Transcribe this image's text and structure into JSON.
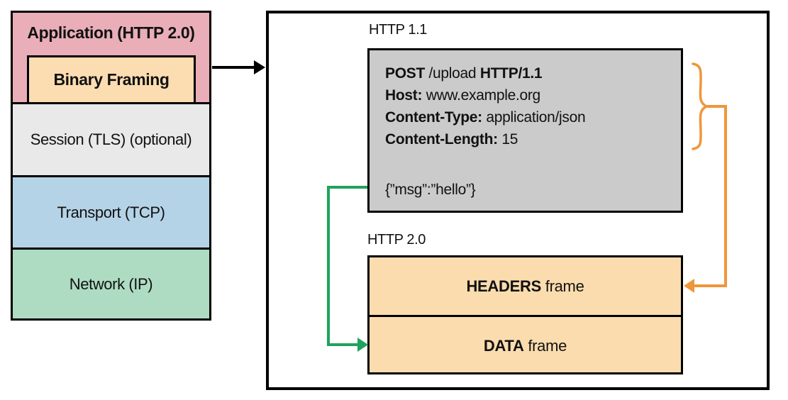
{
  "title": "HTTP/2 binary framing layer diagram",
  "colors": {
    "application_pink": "#e9aeb7",
    "binary_framing_tan": "#fcddb1",
    "session_gray": "#e9e9e9",
    "transport_blue": "#b5d3e6",
    "network_green": "#aedcc2",
    "request_box_gray": "#cbcbcb",
    "frame_box_tan": "#fbdcae",
    "orange_connector": "#ef963a",
    "green_connector": "#1fa35c",
    "black_connector": "#000000"
  },
  "stack": {
    "application_label": "Application (HTTP 2.0)",
    "binary_framing_label": "Binary Framing",
    "session_label": "Session (TLS) (optional)",
    "transport_label": "Transport (TCP)",
    "network_label": "Network (IP)"
  },
  "detail": {
    "http11_label": "HTTP 1.1",
    "request": {
      "line1": {
        "b1": "POST",
        "n1": " /upload ",
        "b2": "HTTP/1.1"
      },
      "line2": {
        "b": "Host:",
        "n": " www.example.org"
      },
      "line3": {
        "b": "Content-Type:",
        "n": " application/json"
      },
      "line4": {
        "b": "Content-Length:",
        "n": " 15"
      },
      "body": "{”msg”:”hello”}"
    },
    "http20_label": "HTTP 2.0",
    "frames": {
      "headers": {
        "b": "HEADERS",
        "n": " frame"
      },
      "data": {
        "b": "DATA",
        "n": " frame"
      }
    }
  }
}
